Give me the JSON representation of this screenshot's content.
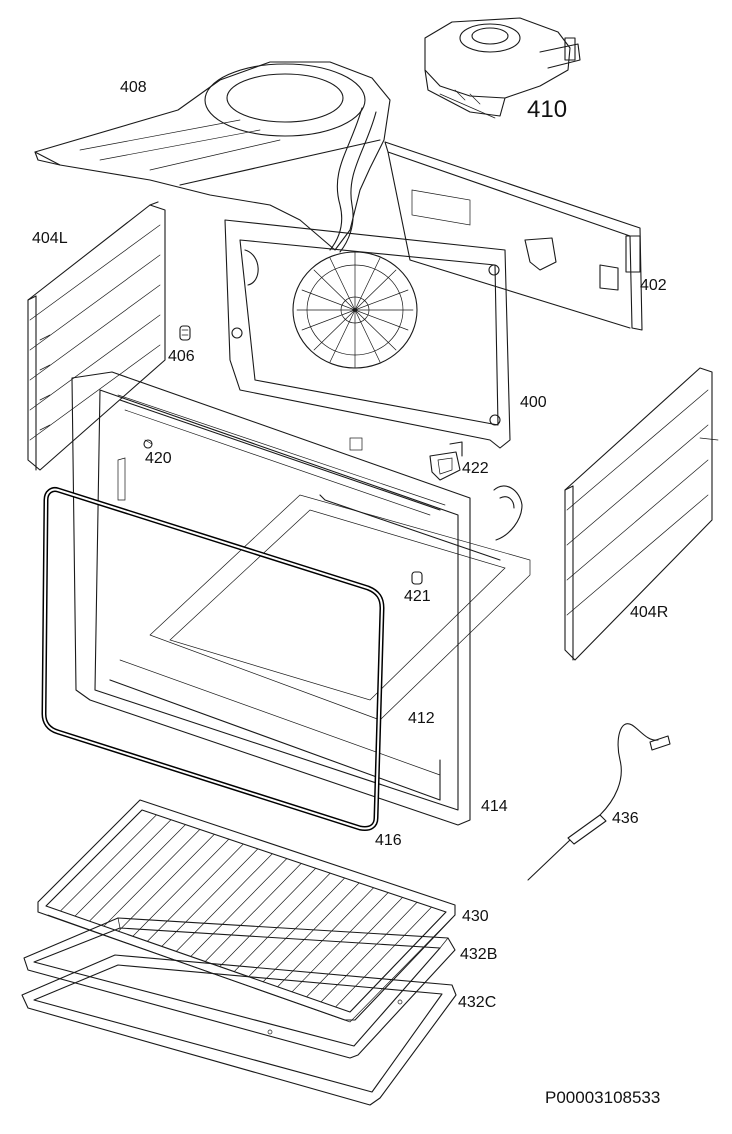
{
  "labels": {
    "p408": "408",
    "p410": "410",
    "p402": "402",
    "p404L": "404L",
    "p406": "406",
    "p400": "400",
    "p420": "420",
    "p422": "422",
    "p421": "421",
    "p404R": "404R",
    "p412": "412",
    "p414": "414",
    "p416": "416",
    "p436": "436",
    "p430": "430",
    "p432B": "432B",
    "p432C": "432C"
  },
  "drawing_code": "P00003108533"
}
